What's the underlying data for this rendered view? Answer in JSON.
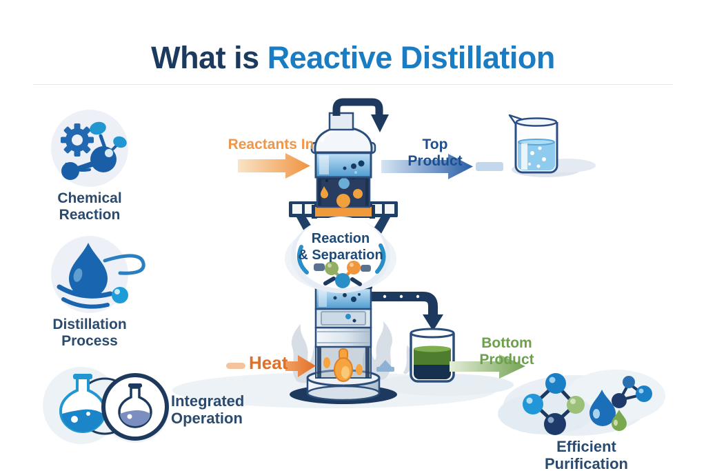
{
  "title": {
    "prefix": "What is ",
    "highlight": "Reactive Distillation"
  },
  "colors": {
    "title_dark": "#1c3a5e",
    "title_blue": "#1a7cc2",
    "reactants_orange": "#f0964a",
    "heat_orange": "#e06f28",
    "top_product_blue": "#1d4f8f",
    "bottom_product_green": "#6ca04b",
    "feature_navy": "#2a4a6e",
    "pipe_navy": "#1d3a5e"
  },
  "sidebar_features": [
    {
      "id": "chemical-reaction",
      "icon": "gear-molecule-icon",
      "lines": [
        "Chemical",
        "Reaction"
      ]
    },
    {
      "id": "distillation-process",
      "icon": "droplet-swirl-icon",
      "lines": [
        "Distillation",
        "Process"
      ]
    },
    {
      "id": "integrated-operation",
      "icon": "linked-flasks-icon",
      "lines": [
        "Integrated",
        "Operation"
      ]
    }
  ],
  "diagram": {
    "reactants_label": "Reactants In",
    "top_product_label": "Top Product",
    "bubble_lines": [
      "Reaction",
      "& Separation"
    ],
    "heat_label": "Heat",
    "bottom_product_label": "Bottom Product"
  },
  "footer_feature": {
    "id": "efficient-purification",
    "icon": "molecules-droplets-icon",
    "label": "Efficient Purification"
  }
}
